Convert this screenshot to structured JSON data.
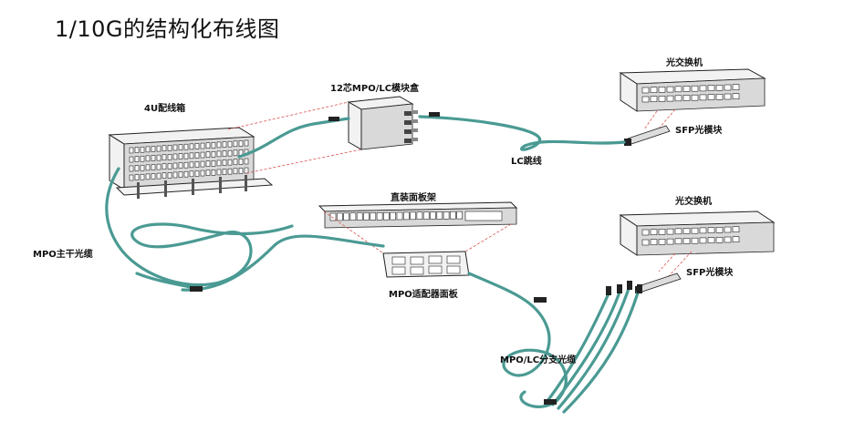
{
  "title": "1/10G的结构化布线图",
  "labels": {
    "patch_box": "4U配线箱",
    "mpo_module": "12芯MPO/LC模块盒",
    "switch_top": "光交换机",
    "sfp_top": "SFP光模块",
    "lc_jumper": "LC跳线",
    "rack_panel": "直装面板架",
    "switch_bottom": "光交换机",
    "sfp_bottom": "SFP光模块",
    "mpo_trunk": "MPO主干光缆",
    "mpo_adapter": "MPO适配器面板",
    "breakout": "MPO/LC分支光缆"
  },
  "colors": {
    "cable": "#4a9a93",
    "guide_line": "#d9534f"
  }
}
